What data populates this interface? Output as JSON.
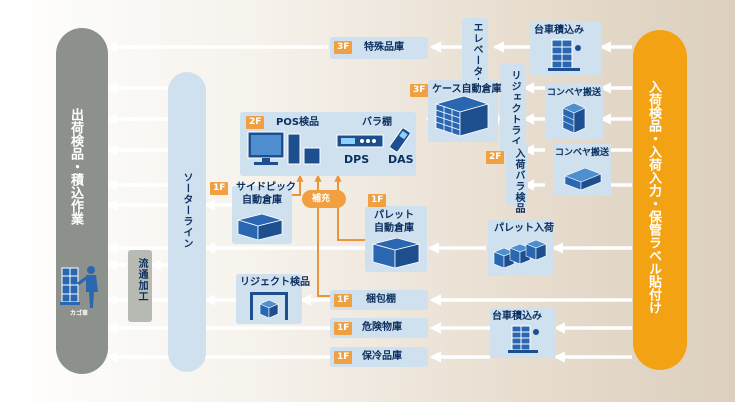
{
  "left_pillar": {
    "line1": "出荷検品・",
    "line2": "積込作業",
    "cart_label": "カゴ車"
  },
  "right_pillar": {
    "line1": "入荷検品・入荷入力・",
    "line2": "保管ラベル貼付け"
  },
  "sorter": "ソーターライン",
  "kako": "流通加工",
  "elevator": "エレベーター",
  "reject_line": "リジェクトライン",
  "nyuka_bara": "入荷バラ検品",
  "special": {
    "floor": "3F",
    "label": "特殊品庫"
  },
  "case_auto": {
    "floor": "3F",
    "label": "ケース自動倉庫"
  },
  "pos_area": {
    "floor": "2F",
    "pos": "POS検品",
    "bara": "バラ棚",
    "dps": "DPS",
    "das": "DAS"
  },
  "floor_2f_mid": "2F",
  "sidepick": {
    "floor": "1F",
    "label1": "サイドピック",
    "label2": "自動倉庫"
  },
  "hoju": "補充",
  "pallet_auto": {
    "floor": "1F",
    "label1": "パレット",
    "label2": "自動倉庫"
  },
  "reject_inspect": "リジェクト検品",
  "konpo": {
    "floor": "1F",
    "label": "梱包棚"
  },
  "kiken": {
    "floor": "1F",
    "label": "危険物庫"
  },
  "horei": {
    "floor": "1F",
    "label": "保冷品庫"
  },
  "daisha_top": "台車積込み",
  "conveyor1": "コンベヤ搬送",
  "conveyor2": "コンベヤ搬送",
  "pallet_in": "パレット入荷",
  "daisha_bottom": "台車積込み",
  "colors": {
    "pillar_gray": "#8c918b",
    "pillar_orange": "#f3a213",
    "box_blue": "#cfe0ef",
    "floor_orange": "#f0a040",
    "text_navy": "#0b2f5e"
  }
}
